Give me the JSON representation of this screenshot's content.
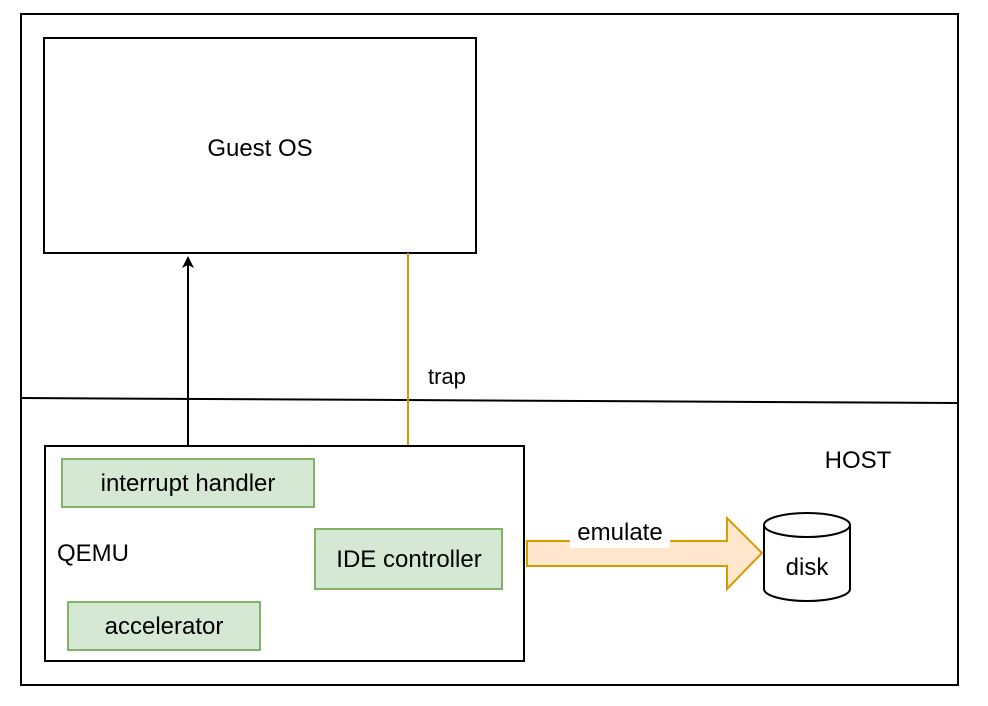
{
  "labels": {
    "guest_os": "Guest OS",
    "trap": "trap",
    "host": "HOST",
    "qemu": "QEMU",
    "interrupt_handler": "interrupt handler",
    "ide_controller": "IDE controller",
    "accelerator": "accelerator",
    "emulate": "emulate",
    "disk": "disk"
  },
  "colors": {
    "border": "#000000",
    "module_fill": "#d5e8d4",
    "module_border": "#82b366",
    "trap_arrow": "#d79b00",
    "emulate_fill": "#ffe6cc",
    "emulate_border": "#d79b00",
    "background": "#ffffff"
  }
}
